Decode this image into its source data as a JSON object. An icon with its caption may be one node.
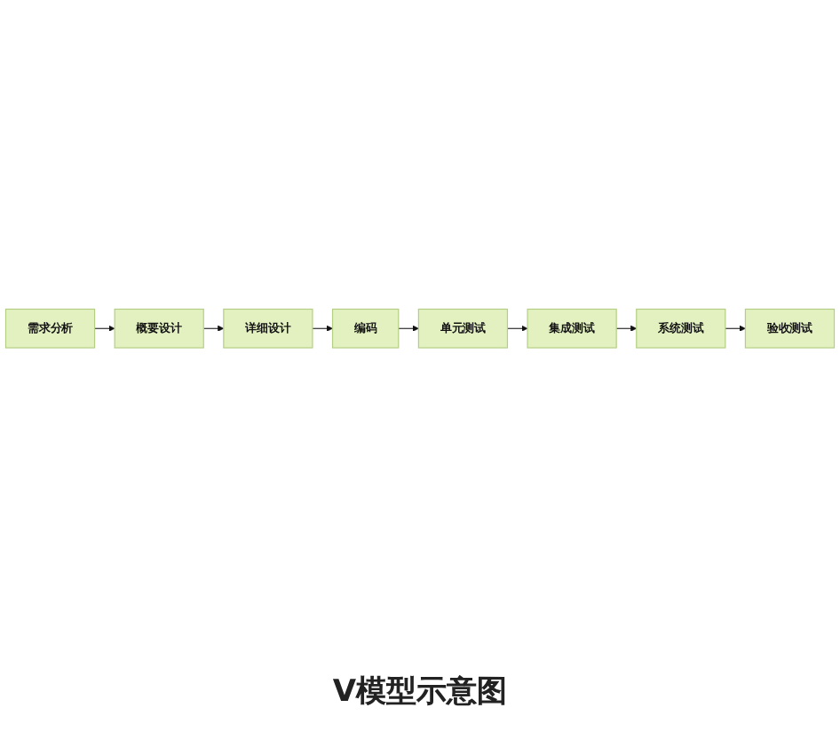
{
  "diagram": {
    "caption": "V模型示意图",
    "nodes": [
      {
        "text": [
          "需求分析"
        ]
      },
      {
        "text": [
          "概要设计"
        ]
      },
      {
        "text": [
          "详细设计"
        ]
      },
      {
        "text": [
          "编码"
        ]
      },
      {
        "text": [
          "单元测试"
        ]
      },
      {
        "text": [
          "集成测试"
        ]
      },
      {
        "text": [
          "系统测试"
        ]
      },
      {
        "text": [
          "验收测试"
        ]
      }
    ],
    "edges": [
      {
        "from": 0,
        "to": 1,
        "arrow": "to"
      },
      {
        "from": 1,
        "to": 2,
        "arrow": "to"
      },
      {
        "from": 2,
        "to": 3,
        "arrow": "to"
      },
      {
        "from": 3,
        "to": 4,
        "arrow": "to"
      },
      {
        "from": 4,
        "to": 5,
        "arrow": "to"
      },
      {
        "from": 5,
        "to": 6,
        "arrow": "to"
      },
      {
        "from": 6,
        "to": 7,
        "arrow": "to"
      }
    ]
  }
}
